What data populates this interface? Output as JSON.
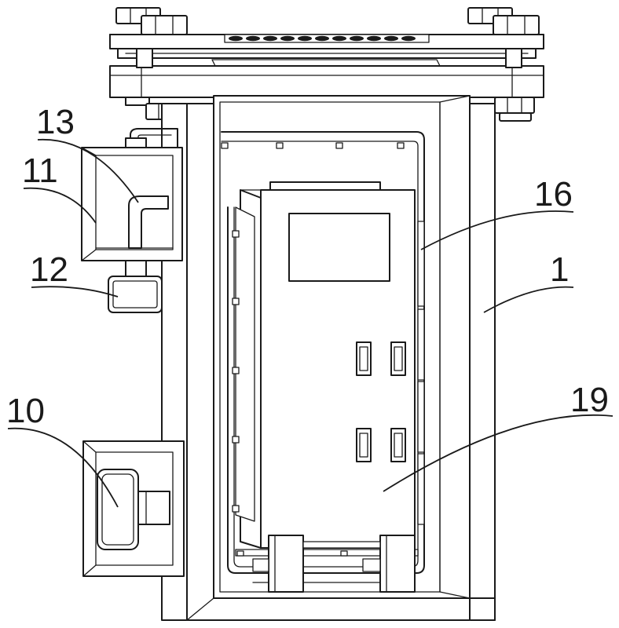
{
  "labels": {
    "cabinet": "1",
    "electric_unit": "10",
    "side_box": "11",
    "valve": "12",
    "pipe": "13",
    "inner_frame": "16",
    "control_cabinet": "19"
  }
}
